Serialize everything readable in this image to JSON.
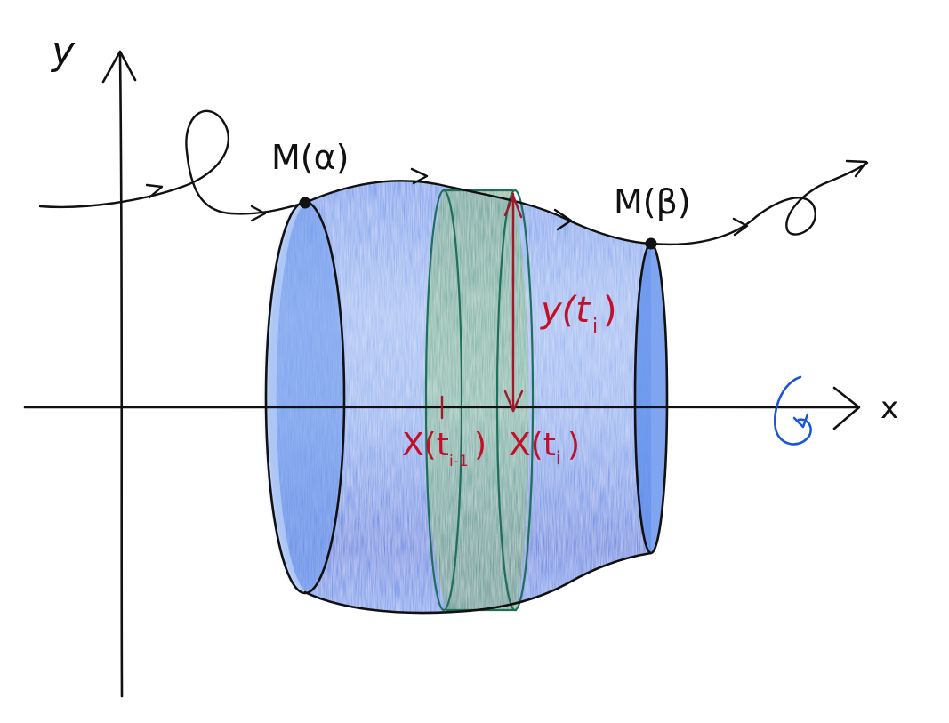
{
  "axes": {
    "x_label": "x",
    "y_label": "y"
  },
  "labels": {
    "start_point": "M(α)",
    "end_point": "M(β)",
    "height": "y(t",
    "height_sub": "i",
    "height_close": ")",
    "x_prev": "X(t",
    "x_prev_sub": "i-1",
    "x_prev_close": ")",
    "x_curr": "X(t",
    "x_curr_sub": "i",
    "x_curr_close": ")"
  },
  "colors": {
    "ink": "#111111",
    "solid_fill": "#2f6fe0",
    "slab_fill": "#2e8b57",
    "slab_stroke": "#1f6f5a",
    "annotation": "#c0102a",
    "rotation_arrow": "#1a56d6"
  },
  "icons": {
    "rotation": "rotation-arrow-icon"
  }
}
